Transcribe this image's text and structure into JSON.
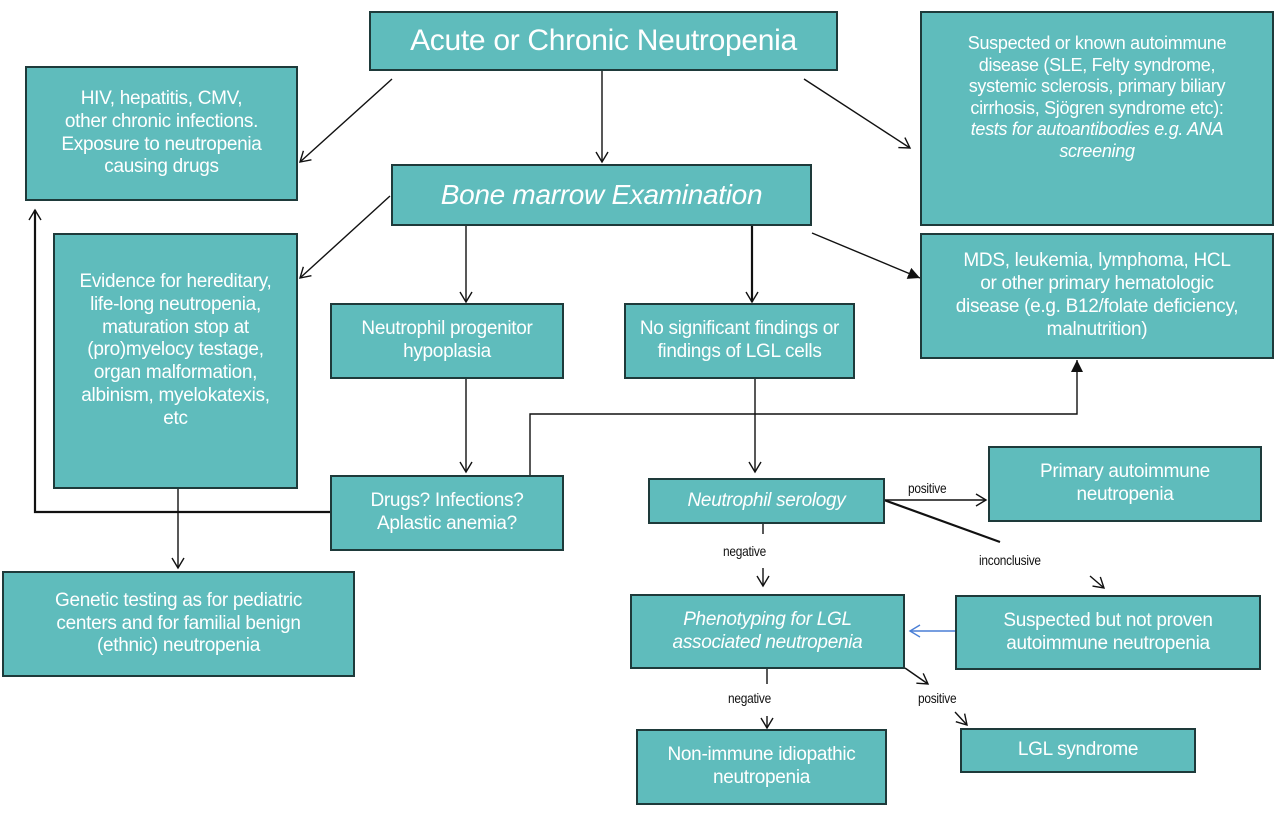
{
  "diagram": {
    "nodes": {
      "acute_chronic": {
        "text": "Acute or Chronic Neutropenia"
      },
      "infections": {
        "lines": [
          "HIV, hepatitis, CMV,",
          "other chronic infections.",
          "Exposure to neutropenia",
          "causing drugs"
        ]
      },
      "autoimmune_disease": {
        "lines": [
          "Suspected or known autoimmune",
          "disease (SLE, Felty syndrome,",
          "systemic sclerosis, primary biliary",
          "cirrhosis, Sjögren syndrome etc):"
        ],
        "italic_lines": [
          "tests for autoantibodies e.g. ANA",
          "screening"
        ]
      },
      "bone_marrow": {
        "text": "Bone marrow Examination"
      },
      "hematologic_disease": {
        "lines": [
          "MDS, leukemia, lymphoma, HCL",
          "or other primary hematologic",
          "disease (e.g. B12/folate deficiency,",
          "malnutrition)"
        ]
      },
      "hereditary": {
        "lines": [
          "Evidence for hereditary,",
          "life-long neutropenia,",
          "maturation stop at",
          "(pro)myelocy testage,",
          "organ malformation,",
          "albinism, myelokatexis,",
          "etc"
        ]
      },
      "progenitor_hypoplasia": {
        "lines": [
          "Neutrophil progenitor",
          "hypoplasia"
        ]
      },
      "no_findings": {
        "lines": [
          "No significant findings or",
          "findings of LGL cells"
        ]
      },
      "drugs_infections": {
        "lines": [
          "Drugs? Infections?",
          "Aplastic anemia?"
        ]
      },
      "serology": {
        "text": "Neutrophil serology"
      },
      "primary_autoimmune": {
        "lines": [
          "Primary autoimmune",
          "neutropenia"
        ]
      },
      "genetic_testing": {
        "lines": [
          "Genetic testing as for pediatric",
          "centers and for familial benign",
          "(ethnic) neutropenia"
        ]
      },
      "phenotyping": {
        "lines": [
          "Phenotyping for LGL",
          "associated neutropenia"
        ]
      },
      "suspected_autoimmune": {
        "lines": [
          "Suspected but not proven",
          "autoimmune neutropenia"
        ]
      },
      "non_immune": {
        "lines": [
          "Non-immune idiopathic",
          "neutropenia"
        ]
      },
      "lgl_syndrome": {
        "text": "LGL syndrome"
      }
    },
    "edge_labels": {
      "serology_positive": "positive",
      "serology_negative": "negative",
      "serology_inconclusive": "inconclusive",
      "phenotyping_negative": "negative",
      "phenotyping_positive": "positive"
    },
    "colors": {
      "box_fill": "#5fbcbc",
      "box_border": "#1e3a3a",
      "box_text": "#ffffff",
      "arrow": "#111111",
      "feedback_arrow": "#4a7fd6"
    }
  }
}
